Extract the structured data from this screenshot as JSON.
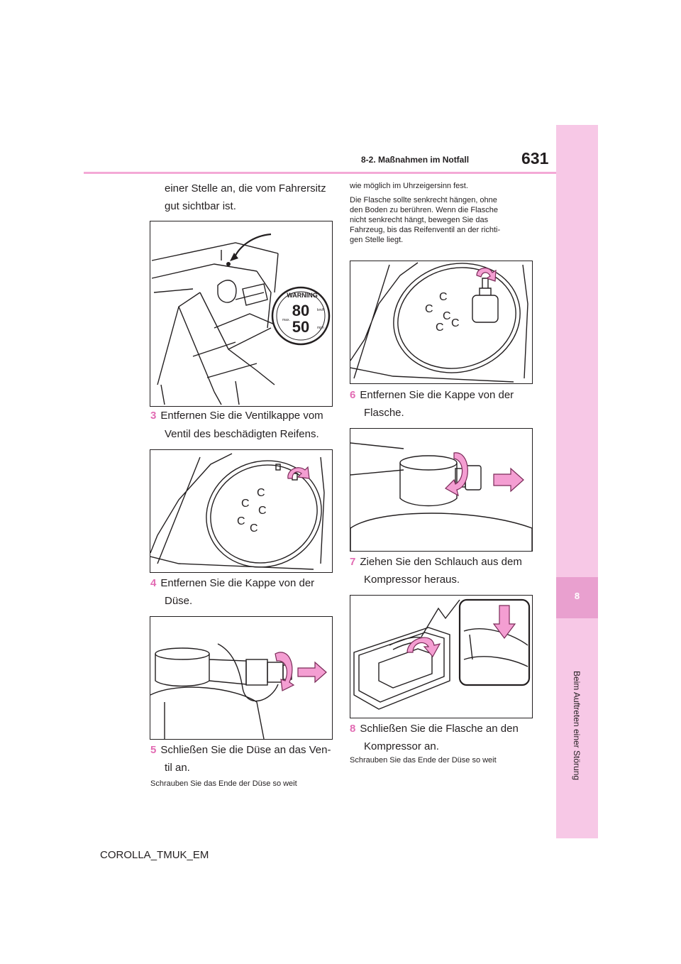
{
  "header": {
    "page_number": "631",
    "section": "8-2. Maßnahmen im Notfall"
  },
  "side_tab": {
    "number": "8",
    "label": "Beim Auftreten einer Störung"
  },
  "left_column": {
    "intro_line1": "einer Stelle an, die vom Fahrersitz",
    "intro_line2": "gut sichtbar ist.",
    "step3": {
      "num": "3",
      "line1": "Entfernen Sie die Ventilkappe vom",
      "line2": "Ventil des beschädigten Reifens."
    },
    "step4": {
      "num": "4",
      "line1": "Entfernen Sie die Kappe von der",
      "line2": "Düse."
    },
    "step5": {
      "num": "5",
      "line1": "Schließen Sie die Düse an das Ven-",
      "line2": "til an."
    },
    "step5_note": "Schrauben Sie das Ende der Düse so weit"
  },
  "right_column": {
    "note_line1": "wie möglich im Uhrzeigersinn fest.",
    "note_para": [
      "Die Flasche sollte senkrecht hängen, ohne",
      "den Boden zu berühren. Wenn die Flasche",
      "nicht senkrecht hängt, bewegen Sie das",
      "Fahrzeug, bis das Reifenventil an der richti-",
      "gen Stelle liegt."
    ],
    "step6": {
      "num": "6",
      "line1": "Entfernen Sie die Kappe von der",
      "line2": "Flasche."
    },
    "step7": {
      "num": "7",
      "line1": "Ziehen Sie den Schlauch aus dem",
      "line2": "Kompressor heraus."
    },
    "step8": {
      "num": "8",
      "line1": "Schließen Sie die Flasche an den",
      "line2": "Kompressor an."
    },
    "step8_note": "Schrauben Sie das Ende der Düse so weit"
  },
  "warning_sticker": {
    "title": "WARNING",
    "speed_kmh": "80",
    "speed_mph": "50",
    "unit_kmh": "km/h",
    "unit_mph": "mph",
    "max": "max."
  },
  "footer": {
    "model": "COROLLA_TMUK_EM"
  }
}
